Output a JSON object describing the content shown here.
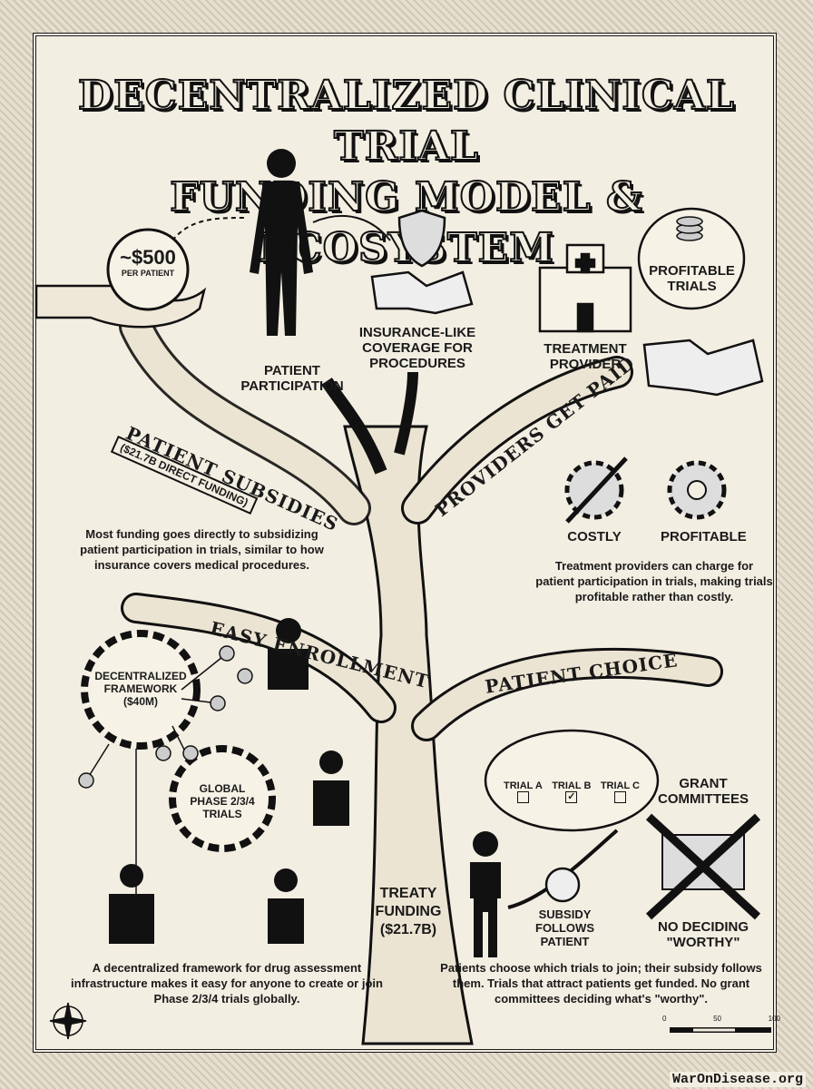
{
  "title": {
    "line1": "DECENTRALIZED CLINICAL TRIAL",
    "line2": "FUNDING MODEL & ECOSYSTEM"
  },
  "top": {
    "coin_amount": "~$500",
    "coin_sub": "PER PATIENT",
    "patient_participation": "PATIENT PARTICIPATION",
    "insurance": "INSURANCE-LIKE COVERAGE FOR PROCEDURES",
    "treatment_provider": "TREATMENT PROVIDER",
    "profitable_trials": "PROFITABLE TRIALS"
  },
  "branches": {
    "patient_subsidies": "PATIENT SUBSIDIES",
    "patient_subsidies_sub": "($21.7B DIRECT FUNDING)",
    "providers_get_paid": "PROVIDERS GET PAID",
    "easy_enrollment": "EASY ENROLLMENT",
    "patient_choice": "PATIENT CHOICE",
    "trunk": "TREATY FUNDING ($21.7B)"
  },
  "subsidies_text": "Most funding goes directly to subsidizing patient participation in trials, similar to how insurance covers medical procedures.",
  "gears": {
    "costly": "COSTLY",
    "profitable": "PROFITABLE"
  },
  "providers_text": "Treatment providers can charge for patient participation in trials, making trials profitable rather than costly.",
  "enrollment": {
    "framework": "DECENTRALIZED FRAMEWORK ($40M)",
    "trials": "GLOBAL PHASE 2/3/4 TRIALS",
    "text": "A decentralized framework for drug assessment infrastructure makes it easy for anyone to create or join Phase 2/3/4 trials globally."
  },
  "choice": {
    "trials": [
      {
        "label": "TRIAL A",
        "checked": false
      },
      {
        "label": "TRIAL B",
        "checked": true
      },
      {
        "label": "TRIAL C",
        "checked": false
      }
    ],
    "grant_committees": "GRANT COMMITTEES",
    "subsidy_follows": "SUBSIDY FOLLOWS PATIENT",
    "no_deciding": "NO DECIDING \"WORTHY\"",
    "text": "Patients choose which trials to join; their subsidy follows them. Trials that attract patients get funded. No grant committees deciding what's \"worthy\"."
  },
  "scale": {
    "ticks": [
      "0",
      "50",
      "100"
    ]
  },
  "watermark": "WarOnDisease.org",
  "colors": {
    "paper": "#f3eee2",
    "ink": "#1a1a1a"
  }
}
